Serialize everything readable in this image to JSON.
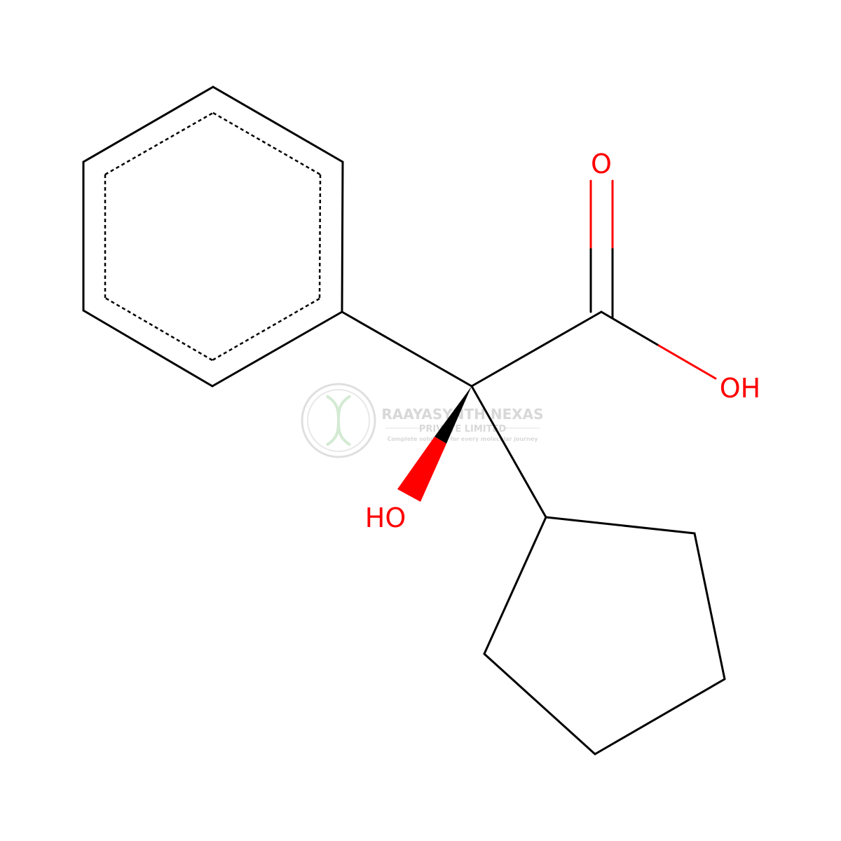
{
  "molecule": {
    "atoms": {
      "carbonyl_o": "O",
      "acid_oh": "OH",
      "alcohol_oh": "HO"
    }
  },
  "watermark": {
    "company": "RAAYASYNTH NEXAS",
    "subtitle": "PRIVATE LIMITED",
    "tagline": "Complete solutions for every molecular journey"
  },
  "colors": {
    "bond": "#000000",
    "heteroatom": "#ff0000",
    "watermark": "#d4d4d4",
    "watermark_accent": "#cfe8cf"
  }
}
